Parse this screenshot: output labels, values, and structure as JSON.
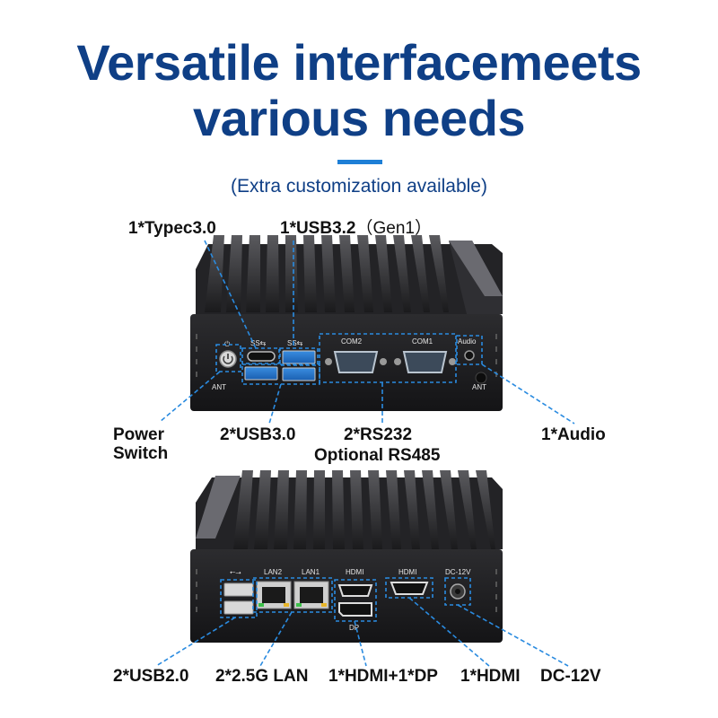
{
  "header": {
    "title_line1": "Versatile interfacemeets",
    "title_line2": "various needs",
    "subtitle": "(Extra customization available)"
  },
  "top_panel": {
    "port_text": {
      "com2": "COM2",
      "com1": "COM1",
      "audio": "Audio",
      "ant": "ANT"
    },
    "callouts": {
      "typec": "1*Typec3.0",
      "usb32_main": "1*USB3.2",
      "usb32_gen": "（Gen1）",
      "power_line1": "Power",
      "power_line2": "Switch",
      "usb30": "2*USB3.0",
      "rs232": "2*RS232",
      "rs485": "Optional RS485",
      "audio": "1*Audio"
    }
  },
  "bottom_panel": {
    "port_text": {
      "lan2": "LAN2",
      "lan1": "LAN1",
      "hdmi_a": "HDMI",
      "hdmi_b": "HDMI",
      "dp": "DP",
      "dc": "DC-12V"
    },
    "callouts": {
      "usb20": "2*USB2.0",
      "lan": "2*2.5G LAN",
      "hdmi_dp": "1*HDMI+1*DP",
      "hdmi": "1*HDMI",
      "dc": "DC-12V"
    }
  },
  "colors": {
    "title": "#0f3f86",
    "accent": "#1e7fd6",
    "callout_line": "#2a8be0",
    "chassis": "#1b1b1d"
  },
  "icons": [
    "usb-ss-icon",
    "usb-icon",
    "power-icon"
  ]
}
